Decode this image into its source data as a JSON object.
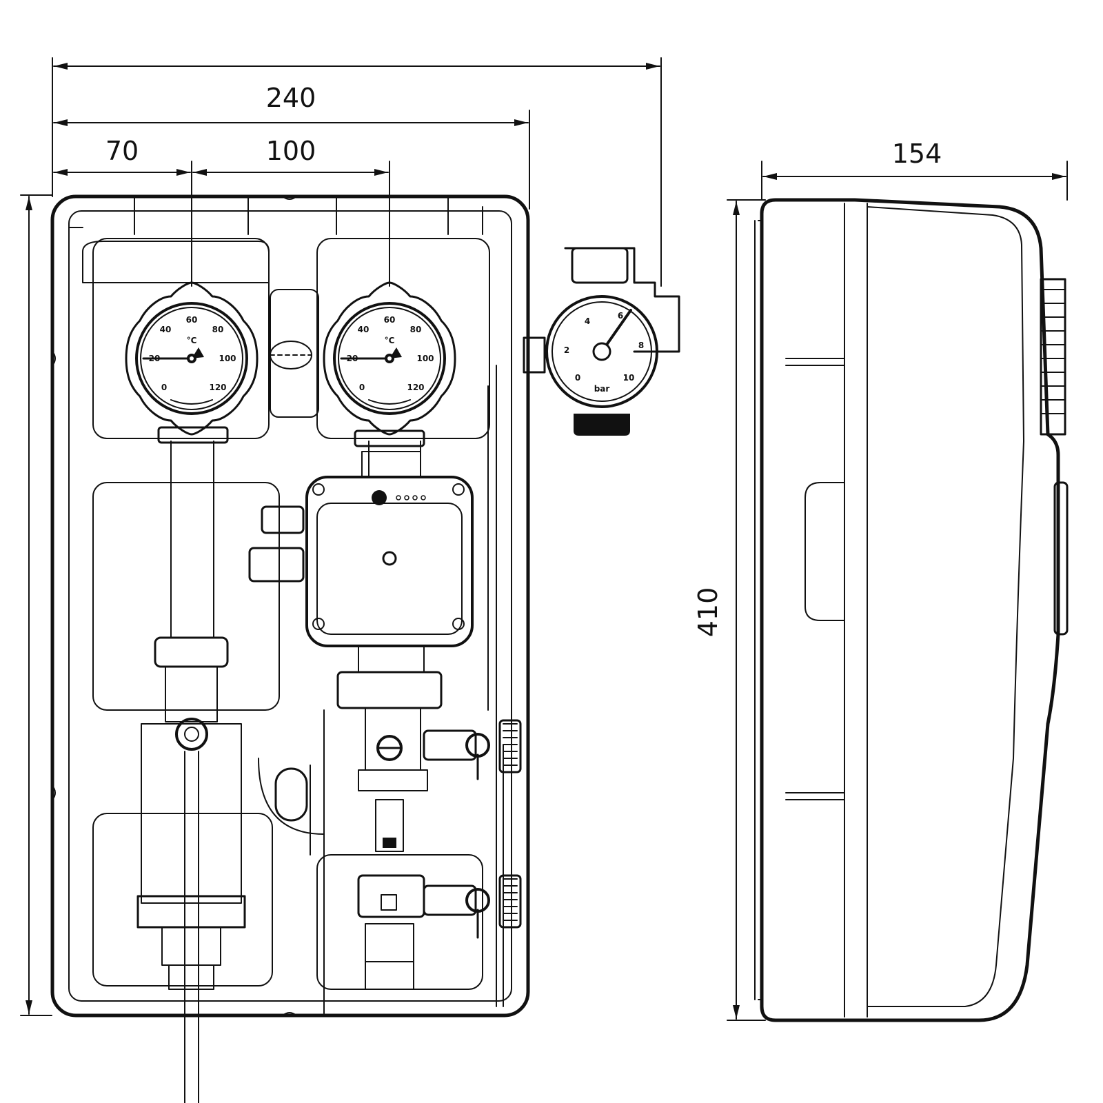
{
  "dimensions": {
    "width_total": "240",
    "width_inner": "70",
    "width_spacing": "100",
    "height": "410",
    "depth": "154"
  },
  "thermometer_scale": [
    "0",
    "20",
    "40",
    "60",
    "80",
    "100",
    "120"
  ],
  "thermometer_unit": "°C",
  "pressure_scale": [
    "0",
    "2",
    "4",
    "6",
    "8",
    "10"
  ],
  "pressure_unit": "bar",
  "colors": {
    "line": "#111111",
    "background": "#ffffff"
  }
}
